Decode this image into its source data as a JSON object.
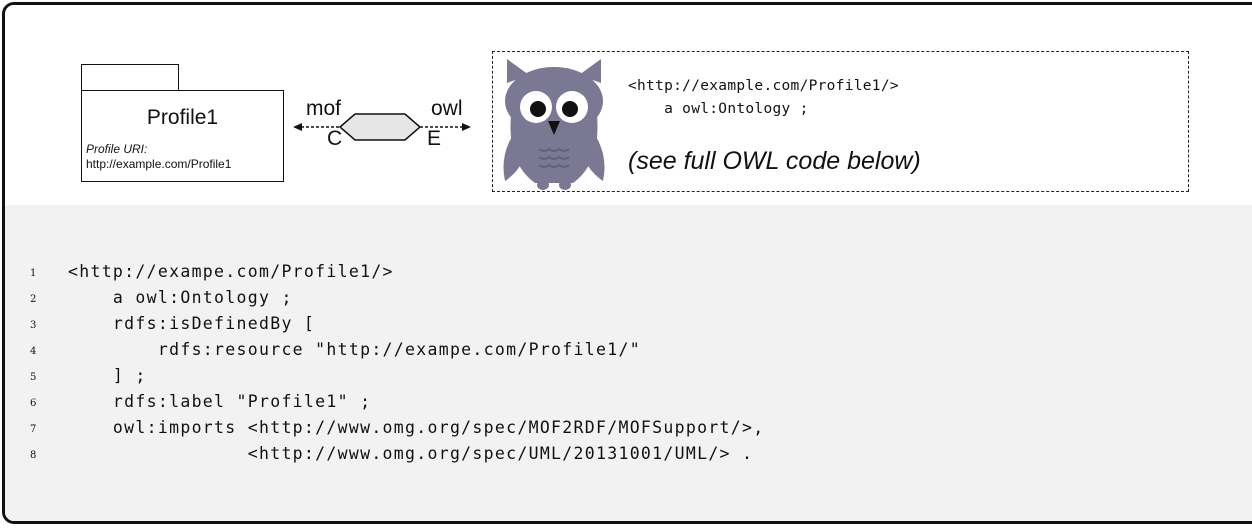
{
  "package": {
    "name": "Profile1",
    "uri_label": "Profile URI:",
    "uri": "http://example.com/Profile1"
  },
  "connector": {
    "left_label": "mof",
    "right_label": "owl",
    "left_letter": "C",
    "right_letter": "E"
  },
  "owl_box": {
    "code_lines": [
      "<http://example.com/Profile1/>",
      "    a owl:Ontology ;"
    ],
    "note": "(see full OWL code below)",
    "owl_icon": "owl-mascot-icon",
    "owl_color": "#7a7892"
  },
  "listing": {
    "line_numbers": [
      "1",
      "2",
      "3",
      "4",
      "5",
      "6",
      "7",
      "8"
    ],
    "lines": [
      "<http://exampe.com/Profile1/>",
      "    a owl:Ontology ;",
      "    rdfs:isDefinedBy [",
      "        rdfs:resource \"http://exampe.com/Profile1/\"",
      "    ] ;",
      "    rdfs:label \"Profile1\" ;",
      "    owl:imports <http://www.omg.org/spec/MOF2RDF/MOFSupport/>,",
      "                <http://www.omg.org/spec/UML/20131001/UML/> ."
    ]
  }
}
